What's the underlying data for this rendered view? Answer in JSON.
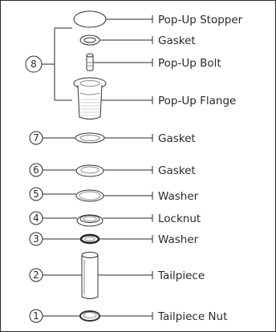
{
  "labels": {
    "pop_up_stopper": "Pop-Up Stopper",
    "gasket_top": "Gasket",
    "pop_up_bolt": "Pop-Up Bolt",
    "pop_up_flange": "Pop-Up Flange",
    "gasket_7": "Gasket",
    "gasket_6": "Gasket",
    "washer_5": "Washer",
    "locknut": "Locknut",
    "washer_3": "Washer",
    "tailpiece": "Tailpiece",
    "tailpiece_nut": "Tailpiece Nut"
  },
  "numbers": {
    "n8": "8",
    "n7": "7",
    "n6": "6",
    "n5": "5",
    "n4": "4",
    "n3": "3",
    "n2": "2",
    "n1": "1"
  }
}
